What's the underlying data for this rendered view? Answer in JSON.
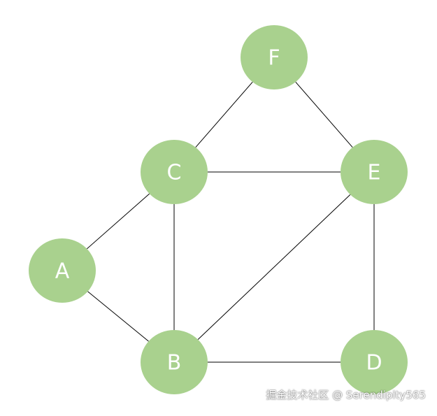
{
  "diagram": {
    "node_color": "#a9d18e",
    "label_color": "#ffffff",
    "edge_color": "#000000",
    "nodes": [
      {
        "id": "A",
        "label": "A"
      },
      {
        "id": "B",
        "label": "B"
      },
      {
        "id": "C",
        "label": "C"
      },
      {
        "id": "D",
        "label": "D"
      },
      {
        "id": "E",
        "label": "E"
      },
      {
        "id": "F",
        "label": "F"
      }
    ],
    "edges": [
      [
        "F",
        "C"
      ],
      [
        "F",
        "E"
      ],
      [
        "C",
        "E"
      ],
      [
        "C",
        "A"
      ],
      [
        "C",
        "B"
      ],
      [
        "A",
        "B"
      ],
      [
        "B",
        "E"
      ],
      [
        "B",
        "D"
      ],
      [
        "E",
        "D"
      ]
    ]
  },
  "watermark": {
    "text": "掘金技术社区 @ Serendipity565"
  }
}
